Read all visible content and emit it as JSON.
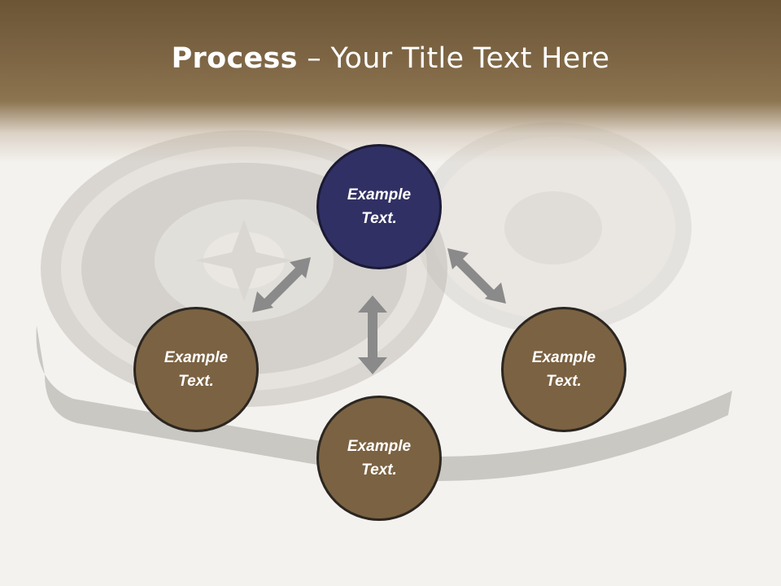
{
  "title": {
    "bold": "Process",
    "rest": " – Your Title Text Here"
  },
  "nodes": {
    "top": "Example Text.",
    "left": "Example Text.",
    "right": "Example Text.",
    "bottom": "Example Text."
  },
  "colors": {
    "header": "#7d6544",
    "node_top": "#313064",
    "node_other": "#7b6242",
    "arrow": "#8a8a8a"
  }
}
